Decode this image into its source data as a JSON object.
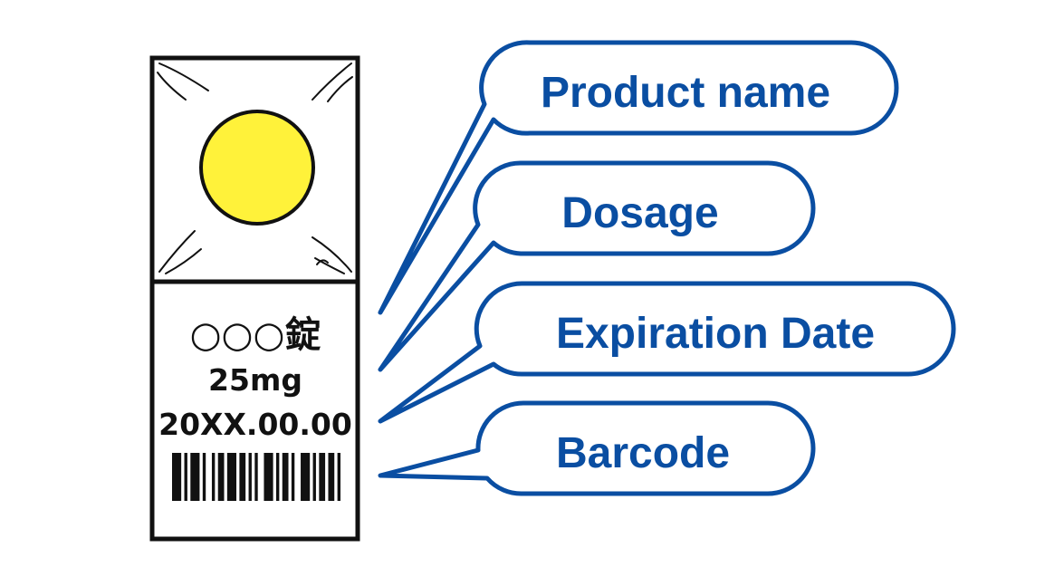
{
  "package": {
    "product_text": "○○○錠",
    "dosage_text": "25mg",
    "expiration_text": "20XX.00.00",
    "pill_color": "#FFF23A",
    "ink_color": "#111111"
  },
  "callouts": {
    "color": "#0A4EA2",
    "product_name": "Product name",
    "dosage": "Dosage",
    "expiration_date": "Expiration Date",
    "barcode": "Barcode"
  },
  "barcode_pattern": [
    3,
    1,
    1,
    1,
    3,
    1,
    1,
    2,
    1,
    1,
    2,
    1,
    3,
    1,
    2,
    1,
    1,
    1,
    1,
    2,
    3,
    1,
    1,
    1,
    2,
    1,
    1,
    2,
    3,
    1,
    1,
    1,
    2,
    1,
    2,
    1,
    1
  ]
}
